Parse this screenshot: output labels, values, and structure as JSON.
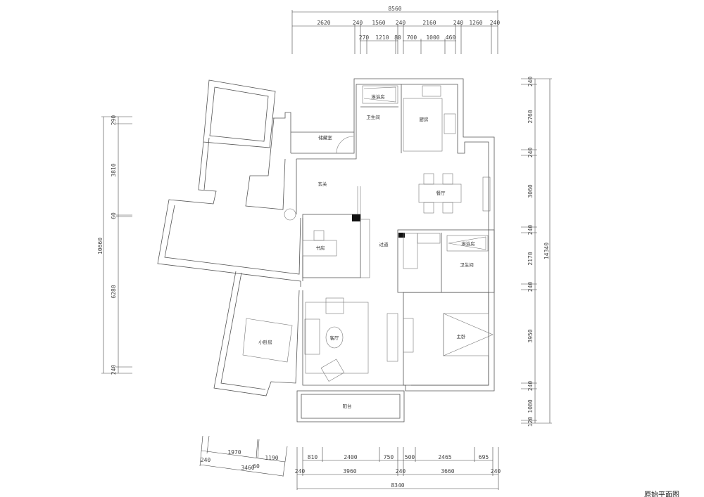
{
  "title": "原始平面图",
  "rooms": {
    "storage": "储藏室",
    "shower_top": "淋浴房",
    "bath_top": "卫生间",
    "kitchen": "厨房",
    "entry": "玄关",
    "dining": "餐厅",
    "study": "书房",
    "corridor": "过道",
    "living": "客厅",
    "master": "主卧",
    "shower_mid": "淋浴房",
    "bath_mid": "卫生间",
    "small_bedroom": "小卧房",
    "balcony": "阳台"
  },
  "dims": {
    "top_total": "8560",
    "top_row1": [
      "2620",
      "240",
      "1560",
      "240",
      "2160",
      "240",
      "1260",
      "240"
    ],
    "top_row2": [
      "270",
      "1210",
      "80",
      "700",
      "1000",
      "460"
    ],
    "left_total": "10660",
    "left": [
      "290",
      "3810",
      "60",
      "6280",
      "240"
    ],
    "right_total": "14340",
    "right": [
      "240",
      "2760",
      "240",
      "3060",
      "240",
      "2170",
      "240",
      "3950",
      "240",
      "1080",
      "120"
    ],
    "bottom_left_row1": [
      "1970",
      "1190"
    ],
    "bottom_left_row2": [
      "240",
      "3460",
      "60"
    ],
    "bottom_row1": [
      "810",
      "2400",
      "750",
      "500",
      "2465",
      "695"
    ],
    "bottom_row2": [
      "240",
      "3960",
      "240",
      "3660",
      "240"
    ],
    "bottom_total": "8340"
  }
}
